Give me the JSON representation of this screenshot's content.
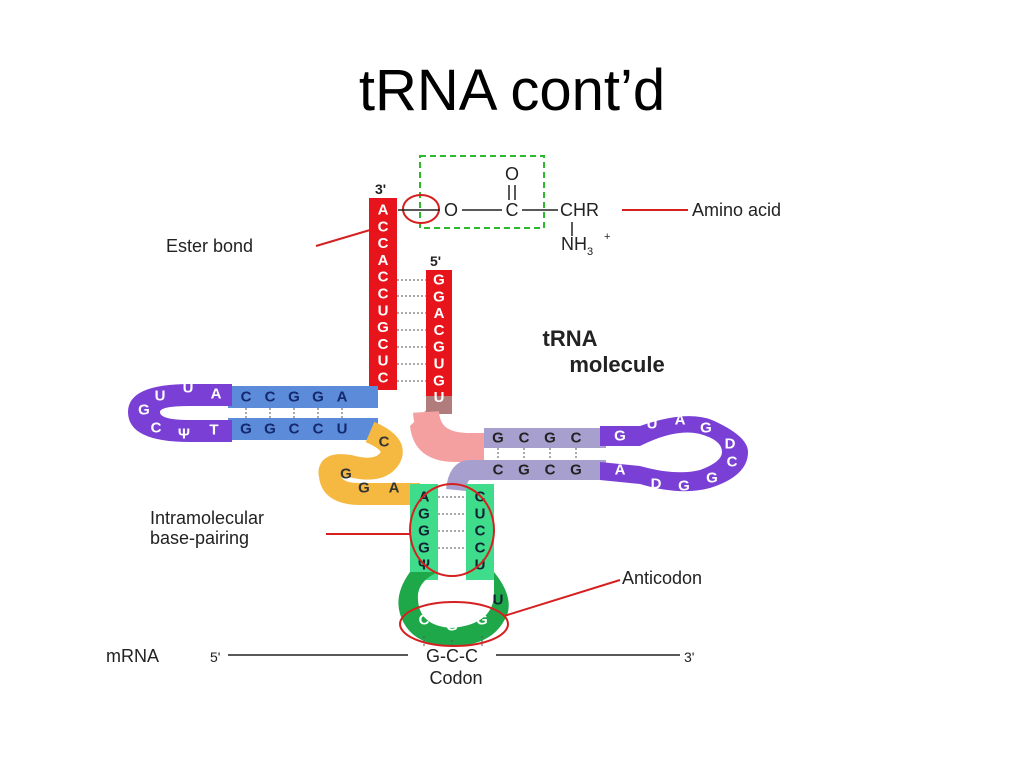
{
  "slide": {
    "title": "tRNA cont’d"
  },
  "diagram": {
    "title_line1": "tRNA",
    "title_line2": "molecule",
    "labels": {
      "three_prime_top": "3'",
      "five_prime_top": "5'",
      "ester_bond": "Ester bond",
      "amino_acid": "Amino acid",
      "intramolecular_1": "Intramolecular",
      "intramolecular_2": "base-pairing",
      "anticodon": "Anticodon",
      "mrna": "mRNA",
      "mrna_5": "5'",
      "mrna_3": "3'",
      "codon": "Codon",
      "codon_seq": "G-C-C"
    },
    "chemistry": {
      "O_top": "O",
      "O_link": "O",
      "C": "C",
      "CHR": "CHR",
      "NH": "NH",
      "NH_sub": "3",
      "NH_sup": "+"
    },
    "acceptor_3prime": [
      "A",
      "C",
      "C",
      "A",
      "C",
      "C",
      "U",
      "G",
      "C",
      "U",
      "C"
    ],
    "acceptor_5prime": [
      "G",
      "G",
      "A",
      "C",
      "G",
      "U",
      "G",
      "U"
    ],
    "d_stem_top": [
      "C",
      "C",
      "G",
      "G",
      "A"
    ],
    "d_stem_bottom": [
      "G",
      "G",
      "C",
      "C",
      "U"
    ],
    "d_loop": [
      "A",
      "U",
      "U",
      "G",
      "C",
      "Ψ",
      "T"
    ],
    "variable": [
      "C",
      "G",
      "G",
      "A"
    ],
    "t_stem_top": [
      "G",
      "C",
      "G",
      "C"
    ],
    "t_stem_bottom": [
      "C",
      "G",
      "C",
      "G"
    ],
    "t_loop": [
      "G",
      "U",
      "A",
      "G",
      "D",
      "C",
      "G",
      "G",
      "D",
      "A"
    ],
    "anticodon_stem_left": [
      "A",
      "G",
      "G",
      "G",
      "Ψ"
    ],
    "anticodon_stem_right": [
      "C",
      "U",
      "C",
      "C",
      "U"
    ],
    "anticodon_loop_extra": [
      "U"
    ],
    "anticodon": [
      "C",
      "G",
      "G"
    ]
  }
}
